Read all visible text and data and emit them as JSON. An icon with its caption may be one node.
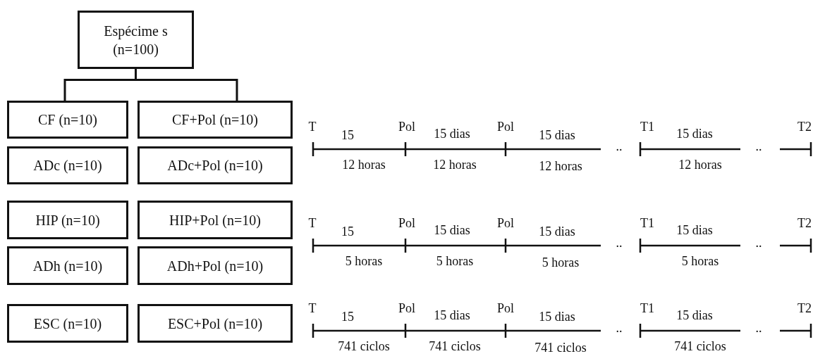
{
  "diagram": {
    "nodes": [
      {
        "text": [
          "Espécime s (n=100)"
        ]
      },
      {
        "text": [
          "CF (n=10)"
        ]
      },
      {
        "text": [
          "CF+Pol (n=10)"
        ]
      },
      {
        "text": [
          "ADc (n=10)"
        ]
      },
      {
        "text": [
          "ADc+Pol (n=10)"
        ]
      },
      {
        "text": [
          "HIP (n=10)"
        ]
      },
      {
        "text": [
          "HIP+Pol (n=10)"
        ]
      },
      {
        "text": [
          "ADh (n=10)"
        ]
      },
      {
        "text": [
          "ADh+Pol (n=10)"
        ]
      },
      {
        "text": [
          "ESC (n=10)"
        ]
      },
      {
        "text": [
          "ESC+Pol (n=10)"
        ]
      }
    ],
    "edges": [
      {
        "from": 0,
        "to": 1,
        "arrow": "none"
      },
      {
        "from": 0,
        "to": 2,
        "arrow": "none"
      }
    ],
    "labels": [
      "T",
      "15",
      "Pol",
      "15 dias",
      "Pol",
      "15 dias",
      "..",
      "T1",
      "15 dias",
      "..",
      "T2",
      "12 horas",
      "12 horas",
      "12 horas",
      "12 horas",
      "T",
      "15",
      "Pol",
      "15 dias",
      "Pol",
      "15 dias",
      "..",
      "T1",
      "15 dias",
      "..",
      "T2",
      "5 horas",
      "5 horas",
      "5 horas",
      "5 horas",
      "T",
      "15",
      "Pol",
      "15 dias",
      "Pol",
      "15 dias",
      "..",
      "T1",
      "15 dias",
      "..",
      "T2",
      "741 ciclos",
      "741 ciclos",
      "741 ciclos",
      "741 ciclos"
    ]
  }
}
